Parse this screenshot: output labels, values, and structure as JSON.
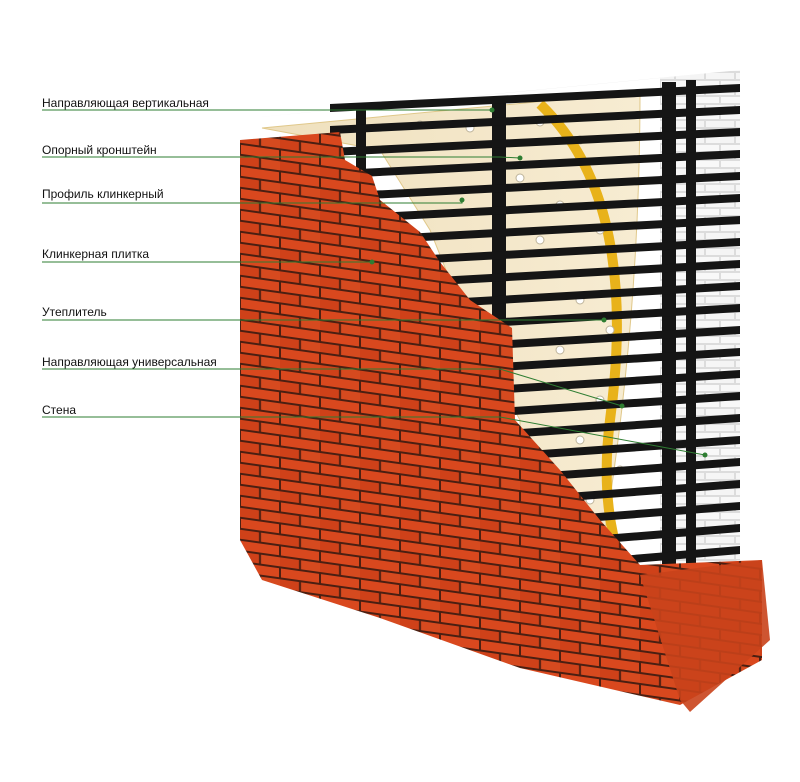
{
  "labels": [
    "Направляющая вертикальная",
    "Опорный кронштейн",
    "Профиль клинкерный",
    "Клинкерная плитка",
    "Утеплитель",
    "Направляющая универсальная",
    "Стена"
  ],
  "colors": {
    "brick": "#d9481e",
    "brick_dark": "#b8350f",
    "mortar": "#4a1f12",
    "insulation": "#f2e4c4",
    "frame": "#151515",
    "leader": "#2e7d32",
    "wall": "#f4f4f4"
  }
}
